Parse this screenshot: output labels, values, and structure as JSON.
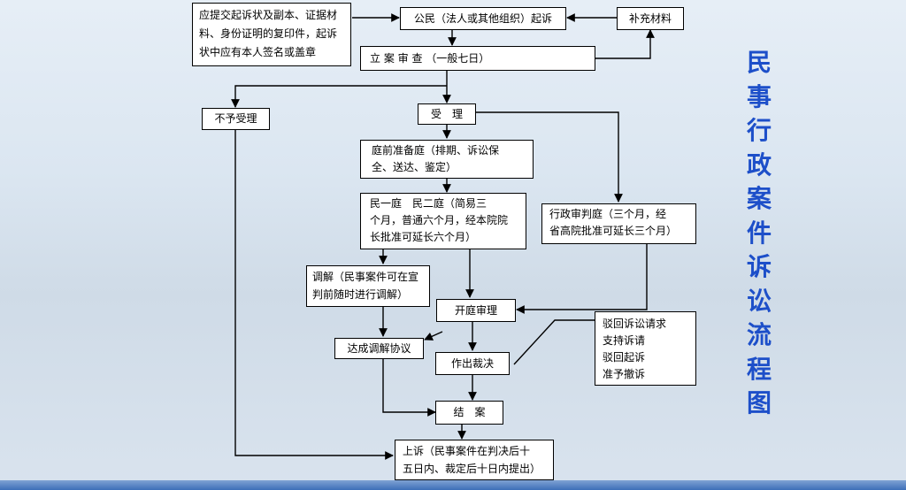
{
  "title": "民事行政案件诉讼流程图",
  "colors": {
    "title": "#1d4fc9",
    "line": "#000000",
    "box_fill": "#ffffff"
  },
  "boxes": {
    "materials": "应提交起诉状及副本、证据材\n料、身份证明的复印件，起诉\n状中应有本人签名或盖章",
    "citizen": "公民（法人或其他组织）起诉",
    "supplement": "补充材料",
    "filing_review": "立 案 审 查 （一般七日）",
    "reject": "不予受理",
    "accept": "受　理",
    "pretrial": "庭前准备庭（排期、诉讼保\n全、送达、鉴定）",
    "civil_courts": "民一庭　民二庭（简易三\n个月，普通六个月，经本院院\n长批准可延长六个月）",
    "admin_court": "行政审判庭（三个月，经\n省高院批准可延长三个月）",
    "mediation": "调解（民事案件可在宣\n判前随时进行调解）",
    "trial": "开庭审理",
    "mediation_agreement": "达成调解协议",
    "judgment": "作出裁决",
    "outcomes": "驳回诉讼请求\n支持诉请\n驳回起诉\n准予撤诉",
    "close": "结　案",
    "appeal": "上诉（民事案件在判决后十\n五日内、裁定后十日内提出）"
  }
}
